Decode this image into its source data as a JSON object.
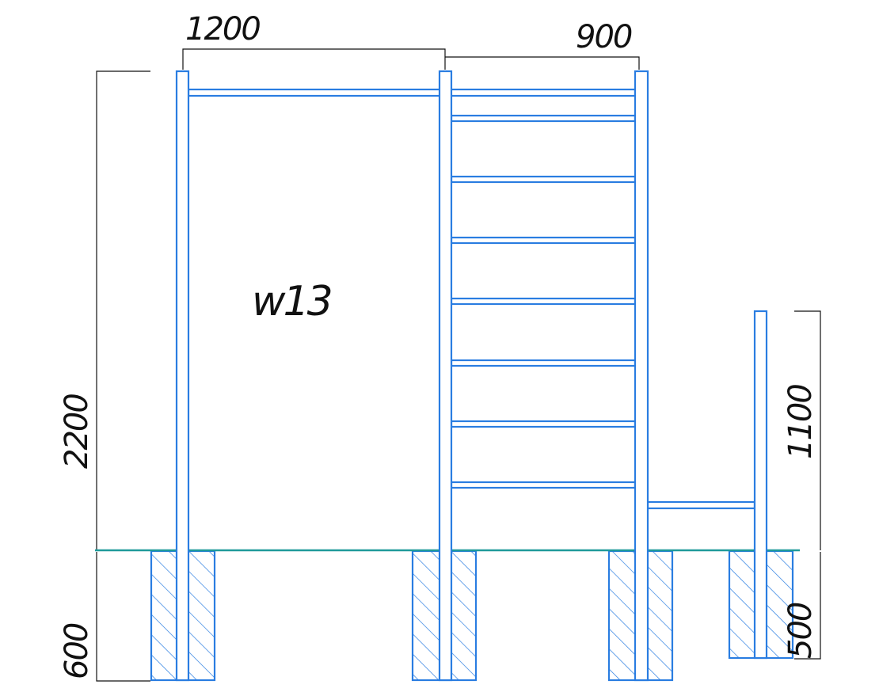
{
  "drawing": {
    "label": "w13",
    "dimensions": {
      "top_left_width": "1200",
      "top_right_width": "900",
      "main_height": "2200",
      "bar_height": "1100",
      "main_depth": "600",
      "bar_depth": "500"
    }
  },
  "colors": {
    "structure": "#2a7de1",
    "ground": "#1f9a9a",
    "dimension": "#111111"
  }
}
